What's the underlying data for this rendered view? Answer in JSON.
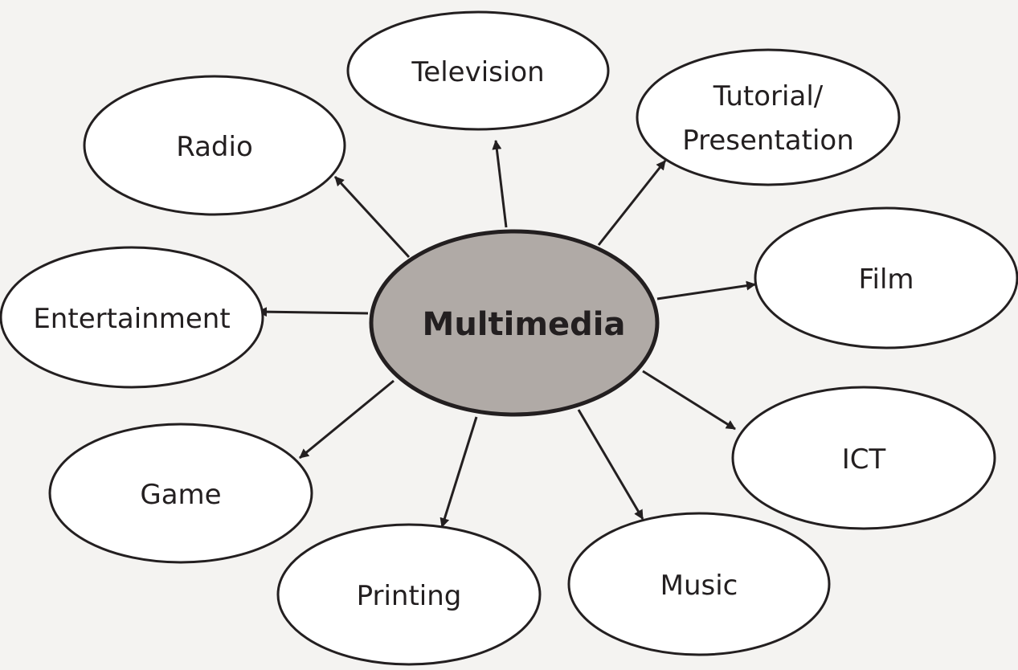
{
  "colors": {
    "background": "#f4f3f1",
    "center_fill": "#b0aaa6",
    "node_fill": "#ffffff",
    "stroke": "#231f20",
    "text": "#231f20"
  },
  "center": {
    "label": "Multimedia"
  },
  "nodes": [
    {
      "id": "television",
      "lines": [
        "Television"
      ]
    },
    {
      "id": "tutorial-presentation",
      "lines": [
        "Tutorial/",
        "Presentation"
      ]
    },
    {
      "id": "radio",
      "lines": [
        "Radio"
      ]
    },
    {
      "id": "film",
      "lines": [
        "Film"
      ]
    },
    {
      "id": "entertainment",
      "lines": [
        "Entertainment"
      ]
    },
    {
      "id": "ict",
      "lines": [
        "ICT"
      ]
    },
    {
      "id": "game",
      "lines": [
        "Game"
      ]
    },
    {
      "id": "printing",
      "lines": [
        "Printing"
      ]
    },
    {
      "id": "music",
      "lines": [
        "Music"
      ]
    }
  ]
}
